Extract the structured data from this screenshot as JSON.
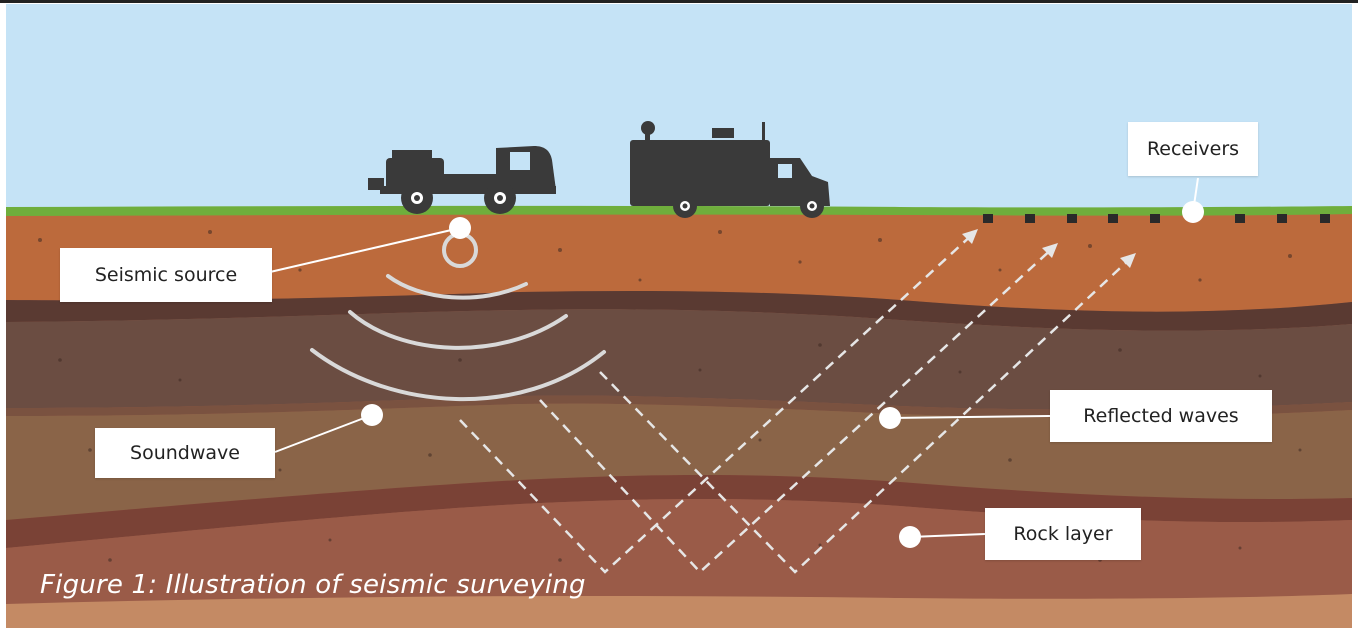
{
  "labels": {
    "receivers": "Receivers",
    "seismic_source": "Seismic source",
    "soundwave": "Soundwave",
    "reflected_waves": "Reflected waves",
    "rock_layer": "Rock layer"
  },
  "caption": "Figure 1: Illustration of seismic surveying",
  "colors": {
    "sky": "#c5e3f6",
    "grass": "#6fae3c",
    "soil_top": "#bc6a3c",
    "soil_dark_band": "#5a3a32",
    "soil_mid": "#6b4d42",
    "soil_tan": "#8a6448",
    "soil_red_band": "#7a4236",
    "soil_bottom": "#9a5b48",
    "vehicle": "#3a3a3a",
    "wave_line": "#d9d9d9",
    "label_bg": "#ffffff"
  },
  "icons": [
    "vibroseis-truck-icon",
    "recording-truck-icon",
    "receiver-icon",
    "pointer-dot-icon"
  ]
}
